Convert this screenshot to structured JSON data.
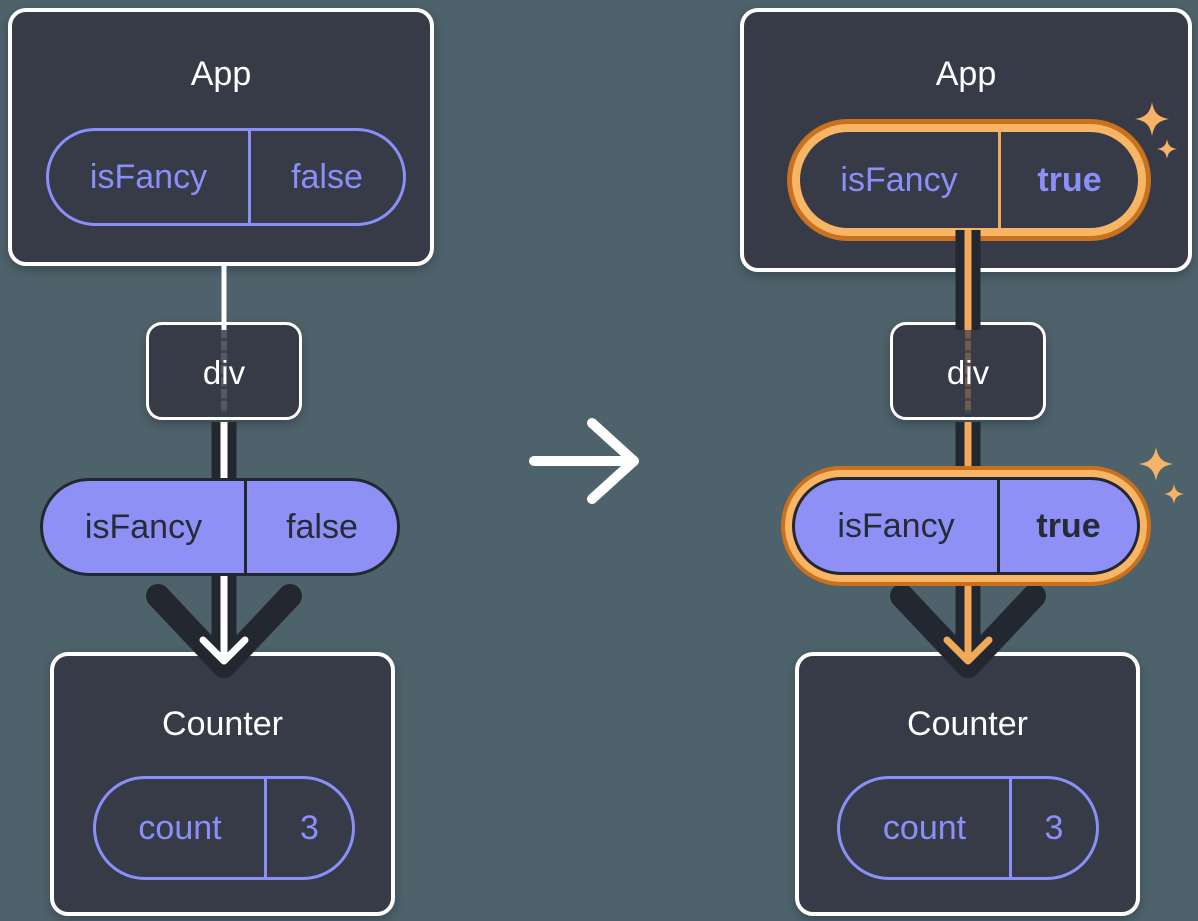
{
  "panels": {
    "before": {
      "app": {
        "title": "App",
        "state_pill": {
          "label": "isFancy",
          "value": "false"
        }
      },
      "div": {
        "title": "div"
      },
      "prop_pill": {
        "label": "isFancy",
        "value": "false"
      },
      "counter": {
        "title": "Counter",
        "state_pill": {
          "label": "count",
          "value": "3"
        }
      }
    },
    "after": {
      "app": {
        "title": "App",
        "state_pill": {
          "label": "isFancy",
          "value": "true"
        }
      },
      "div": {
        "title": "div"
      },
      "prop_pill": {
        "label": "isFancy",
        "value": "true"
      },
      "counter": {
        "title": "Counter",
        "state_pill": {
          "label": "count",
          "value": "3"
        }
      }
    }
  },
  "icons": {
    "transition_arrow": "right-arrow",
    "sparkle": "four-point-sparkle",
    "flow_arrow": "down-chevron-arrow"
  },
  "colors": {
    "background": "#4e626b",
    "node_fill": "#363b47",
    "node_border": "#ffffff",
    "accent_purple": "#8a8ff9",
    "pill_fill_purple": "#8e90f5",
    "dark_ink": "#23272f",
    "highlight_orange_dark": "#c9711d",
    "highlight_orange_light": "#f8b565",
    "arrow_orange": "#f2a95c",
    "sparkle_orange": "#f6b365",
    "arrow_white": "#ffffff"
  }
}
